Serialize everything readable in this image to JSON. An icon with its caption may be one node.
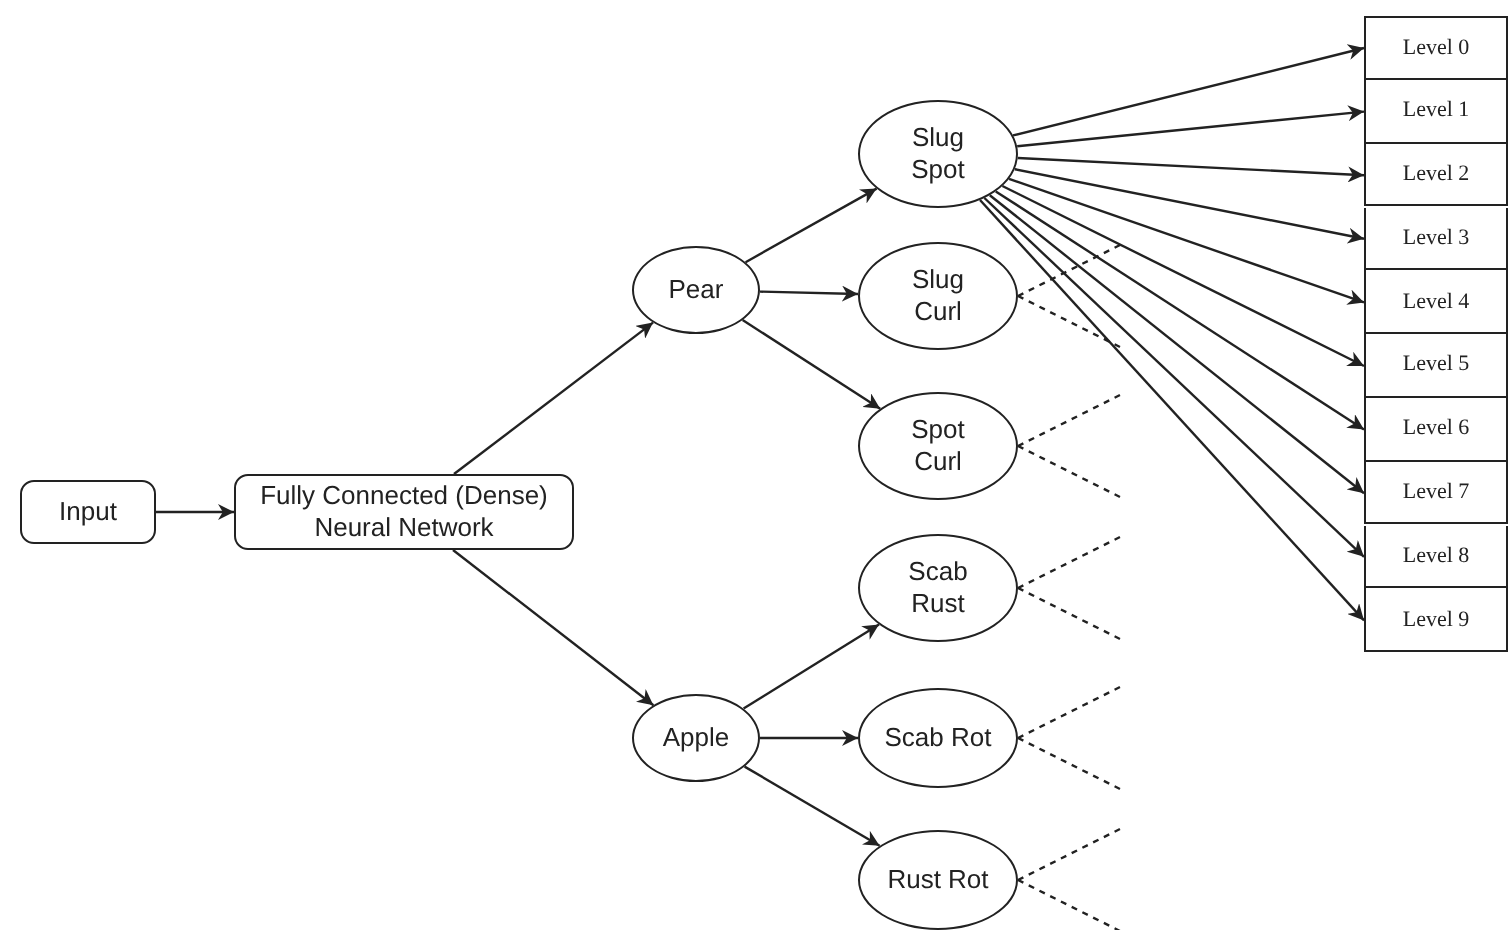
{
  "diagram": {
    "nodes": [
      {
        "text": [
          "Input"
        ]
      },
      {
        "text": [
          "Fully Connected (Dense) Neural Network"
        ]
      },
      {
        "text": [
          "Pear"
        ]
      },
      {
        "text": [
          "Apple"
        ]
      },
      {
        "text": [
          "Slug Spot"
        ]
      },
      {
        "text": [
          "Slug Curl"
        ]
      },
      {
        "text": [
          "Spot Curl"
        ]
      },
      {
        "text": [
          "Scab Rust"
        ]
      },
      {
        "text": [
          "Scab Rot"
        ]
      },
      {
        "text": [
          "Rust Rot"
        ]
      },
      {
        "text": [
          "Level 0"
        ]
      },
      {
        "text": [
          "Level 1"
        ]
      },
      {
        "text": [
          "Level 2"
        ]
      },
      {
        "text": [
          "Level 3"
        ]
      },
      {
        "text": [
          "Level 4"
        ]
      },
      {
        "text": [
          "Level 5"
        ]
      },
      {
        "text": [
          "Level 6"
        ]
      },
      {
        "text": [
          "Level 7"
        ]
      },
      {
        "text": [
          "Level 8"
        ]
      },
      {
        "text": [
          "Level 9"
        ]
      }
    ],
    "edges": [
      {
        "from": 0,
        "to": 1,
        "arrow": "to"
      },
      {
        "from": 1,
        "to": 2,
        "arrow": "to"
      },
      {
        "from": 1,
        "to": 3,
        "arrow": "to"
      },
      {
        "from": 2,
        "to": 4,
        "arrow": "to"
      },
      {
        "from": 2,
        "to": 5,
        "arrow": "to"
      },
      {
        "from": 2,
        "to": 6,
        "arrow": "to"
      },
      {
        "from": 3,
        "to": 7,
        "arrow": "to"
      },
      {
        "from": 3,
        "to": 8,
        "arrow": "to"
      },
      {
        "from": 3,
        "to": 9,
        "arrow": "to"
      },
      {
        "from": 4,
        "to": 10,
        "arrow": "to"
      },
      {
        "from": 4,
        "to": 11,
        "arrow": "to"
      },
      {
        "from": 4,
        "to": 12,
        "arrow": "to"
      },
      {
        "from": 4,
        "to": 13,
        "arrow": "to"
      },
      {
        "from": 4,
        "to": 14,
        "arrow": "to"
      },
      {
        "from": 4,
        "to": 15,
        "arrow": "to"
      },
      {
        "from": 4,
        "to": 16,
        "arrow": "to"
      },
      {
        "from": 4,
        "to": 17,
        "arrow": "to"
      },
      {
        "from": 4,
        "to": 18,
        "arrow": "to"
      },
      {
        "from": 4,
        "to": 19,
        "arrow": "to"
      },
      {
        "from": 5,
        "to": null,
        "arrow": "none",
        "style": "dashed"
      },
      {
        "from": 5,
        "to": null,
        "arrow": "none",
        "style": "dashed"
      },
      {
        "from": 6,
        "to": null,
        "arrow": "none",
        "style": "dashed"
      },
      {
        "from": 6,
        "to": null,
        "arrow": "none",
        "style": "dashed"
      },
      {
        "from": 7,
        "to": null,
        "arrow": "none",
        "style": "dashed"
      },
      {
        "from": 7,
        "to": null,
        "arrow": "none",
        "style": "dashed"
      },
      {
        "from": 8,
        "to": null,
        "arrow": "none",
        "style": "dashed"
      },
      {
        "from": 8,
        "to": null,
        "arrow": "none",
        "style": "dashed"
      },
      {
        "from": 9,
        "to": null,
        "arrow": "none",
        "style": "dashed"
      },
      {
        "from": 9,
        "to": null,
        "arrow": "none",
        "style": "dashed"
      }
    ]
  }
}
